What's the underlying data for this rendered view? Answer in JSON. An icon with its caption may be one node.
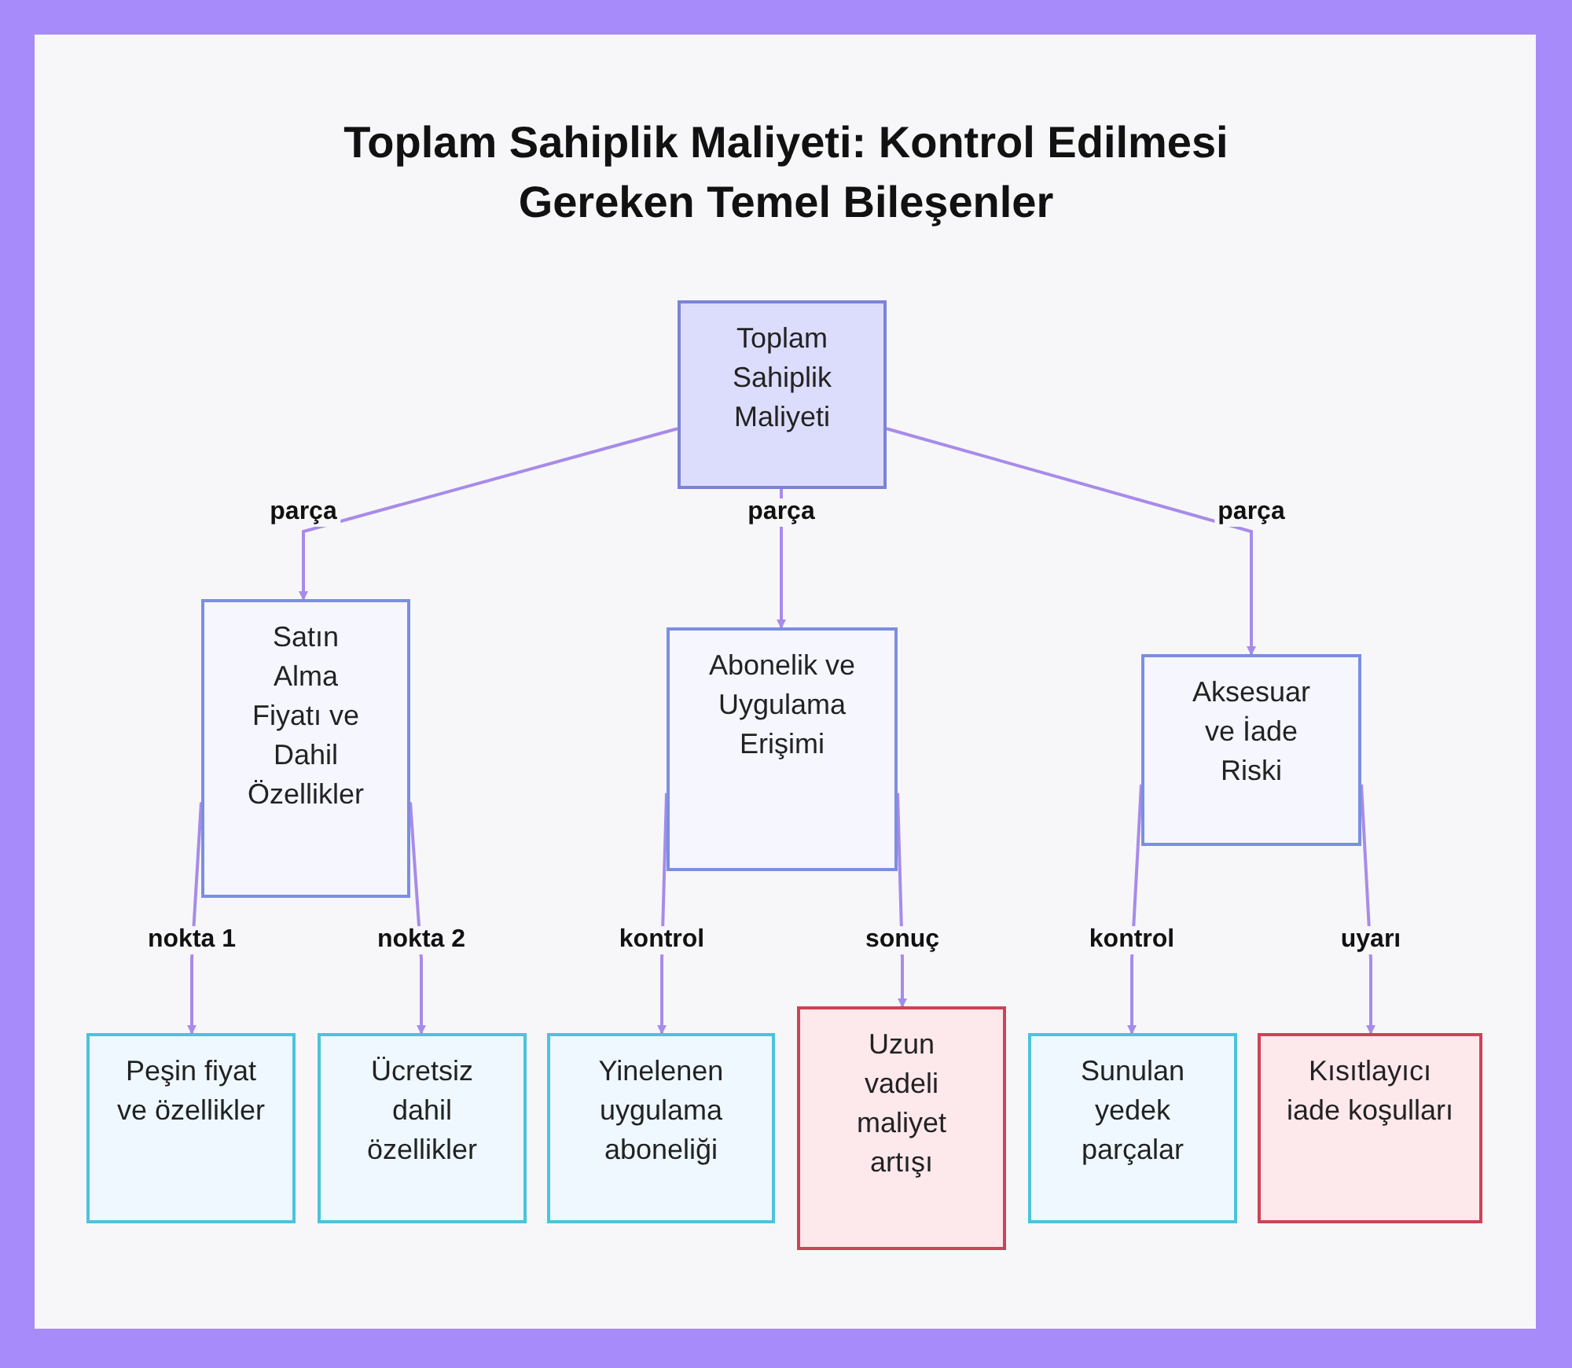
{
  "diagram": {
    "title": "Toplam Sahiplik Maliyeti: Kontrol Edilmesi Gereken Temel Bileşenler",
    "nodes": [
      {
        "text": [
          "Toplam Sahiplik Maliyeti"
        ]
      },
      {
        "text": [
          "Satın Alma Fiyatı ve Dahil Özellikler"
        ]
      },
      {
        "text": [
          "Abonelik ve Uygulama Erişimi"
        ]
      },
      {
        "text": [
          "Aksesuar ve İade Riski"
        ]
      },
      {
        "text": [
          "Peşin fiyat ve özellikler"
        ]
      },
      {
        "text": [
          "Ücretsiz dahil özellikler"
        ]
      },
      {
        "text": [
          "Yinelenen uygulama aboneliği"
        ]
      },
      {
        "text": [
          "Uzun vadeli maliyet artışı"
        ]
      },
      {
        "text": [
          "Sunulan yedek parçalar"
        ]
      },
      {
        "text": [
          "Kısıtlayıcı iade koşulları"
        ]
      }
    ],
    "edges": [
      {
        "from": 0,
        "to": 1,
        "arrow": "to",
        "label": "parça"
      },
      {
        "from": 0,
        "to": 2,
        "arrow": "to",
        "label": "parça"
      },
      {
        "from": 0,
        "to": 3,
        "arrow": "to",
        "label": "parça"
      },
      {
        "from": 1,
        "to": 4,
        "arrow": "to",
        "label": "nokta 1"
      },
      {
        "from": 1,
        "to": 5,
        "arrow": "to",
        "label": "nokta 2"
      },
      {
        "from": 2,
        "to": 6,
        "arrow": "to",
        "label": "kontrol"
      },
      {
        "from": 2,
        "to": 7,
        "arrow": "to",
        "label": "sonuç"
      },
      {
        "from": 3,
        "to": 8,
        "arrow": "to",
        "label": "kontrol"
      },
      {
        "from": 3,
        "to": 9,
        "arrow": "to",
        "label": "uyarı"
      }
    ]
  }
}
